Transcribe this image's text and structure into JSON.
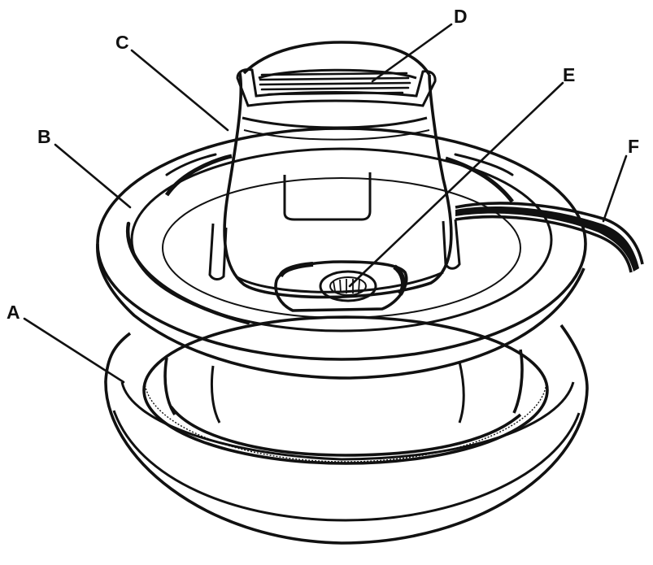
{
  "diagram": {
    "labels": {
      "a": "A",
      "b": "B",
      "c": "C",
      "d": "D",
      "e": "E",
      "f": "F"
    }
  },
  "colors": {
    "ink": "#111111",
    "paper": "#ffffff"
  }
}
